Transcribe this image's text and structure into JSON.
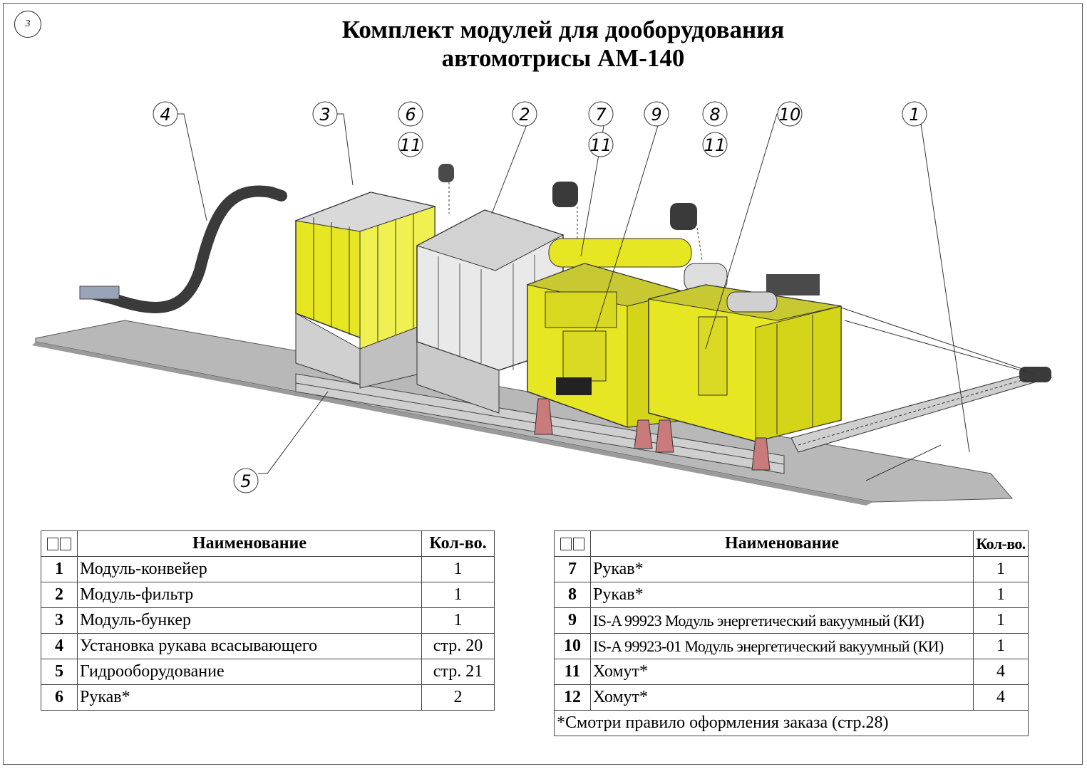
{
  "page_number": "3",
  "title": {
    "line1": "Комплект модулей для дооборудования",
    "line2": "автомотрисы АМ-140"
  },
  "callouts": [
    "4",
    "3",
    "6",
    "11",
    "2",
    "7",
    "11",
    "9",
    "8",
    "11",
    "10",
    "1",
    "5"
  ],
  "colors": {
    "module_yellow": "#e6e622",
    "frame_grey": "#c8c8c8",
    "platform_grey": "#b4b4b4",
    "hose_dark": "#3a3a3a"
  },
  "table_left": {
    "header": {
      "num": "",
      "name": "Наименование",
      "qty": "Кол-во."
    },
    "rows": [
      {
        "num": "1",
        "name": "Модуль-конвейер",
        "qty": "1"
      },
      {
        "num": "2",
        "name": "Модуль-фильтр",
        "qty": "1"
      },
      {
        "num": "3",
        "name": "Модуль-бункер",
        "qty": "1"
      },
      {
        "num": "4",
        "name": "Установка рукава всасывающего",
        "qty": "стр. 20"
      },
      {
        "num": "5",
        "name": "Гидрооборудование",
        "qty": "стр. 21"
      },
      {
        "num": "6",
        "name": "Рукав*",
        "qty": "2"
      }
    ]
  },
  "table_right": {
    "header": {
      "num": "",
      "name": "Наименование",
      "qty": "Кол-во."
    },
    "rows": [
      {
        "num": "7",
        "name": "Рукав*",
        "qty": "1"
      },
      {
        "num": "8",
        "name": "Рукав*",
        "qty": "1"
      },
      {
        "num": "9",
        "name": "IS-A 99923 Модуль энергетический вакуумный (КИ)",
        "qty": "1"
      },
      {
        "num": "10",
        "name": "IS-A 99923-01 Модуль энергетический вакуумный (КИ)",
        "qty": "1"
      },
      {
        "num": "11",
        "name": "Хомут*",
        "qty": "4"
      },
      {
        "num": "12",
        "name": "Хомут*",
        "qty": "4"
      }
    ],
    "footnote": "*Смотри правило оформления заказа (стр.28)"
  }
}
